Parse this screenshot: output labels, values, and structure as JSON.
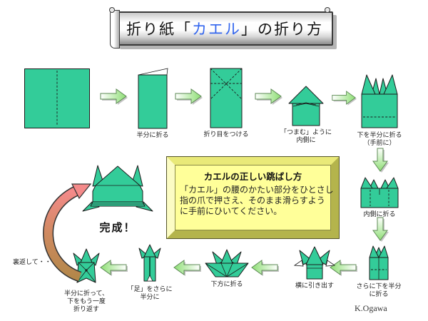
{
  "banner": {
    "title_pre": "折り紙「",
    "title_frog": "カエル",
    "title_post": "」の折り方"
  },
  "steps": [
    {
      "id": "square",
      "label_lines": []
    },
    {
      "id": "fold-half",
      "label_lines": [
        "半分に折る"
      ]
    },
    {
      "id": "make-crease",
      "label_lines": [
        "折り目をつける"
      ]
    },
    {
      "id": "pinch-inward",
      "label_lines": [
        "「つまむ」ように",
        "内側に"
      ]
    },
    {
      "id": "fold-bottom-half",
      "label_lines": [
        "下を半分に折る",
        "（手前に）"
      ]
    },
    {
      "id": "fold-inward",
      "label_lines": [
        "内側に折る"
      ]
    },
    {
      "id": "fold-bottom-half-again",
      "label_lines": [
        "さらに下を半分",
        "に折る"
      ]
    },
    {
      "id": "pull-out-sideways",
      "label_lines": [
        "横に引き出す"
      ]
    },
    {
      "id": "fold-downward",
      "label_lines": [
        "下方に折る"
      ]
    },
    {
      "id": "fold-legs-half",
      "label_lines": [
        "「足」をさらに",
        "半分に"
      ]
    },
    {
      "id": "final-fold",
      "label_lines": [
        "半分に折って、",
        "下をもう一度",
        "折り返す"
      ]
    }
  ],
  "flip_note": "裏返して・・・",
  "done_label": "完成！",
  "tip_box": {
    "title": "カエルの正しい跳ばし方",
    "body_lines": [
      "「カエル」の腰のかたい部分をひとさし",
      "指の爪で押さえ、そのまま滑らすよう",
      "に手前にひいてください。"
    ]
  },
  "signature": "K.Ogawa",
  "icons": {
    "arrow_right": "flow-arrow-right",
    "arrow_left": "flow-arrow-left",
    "arrow_down": "flow-arrow-down",
    "curved_arrow": "flip-over-curved-arrow"
  },
  "colors": {
    "bg": "#ffffff",
    "paper_green": "#33cc99",
    "outline": "#1b1b1b",
    "arrow_green": "#8ede75",
    "arrow_border": "#5d8a55",
    "box_fill": "#ffff99",
    "box_frame": "#caca60",
    "frog_text_blue": "#3366ee",
    "curve_arrow_top": "#f48a8a",
    "curve_arrow_bottom": "#b3874a"
  }
}
